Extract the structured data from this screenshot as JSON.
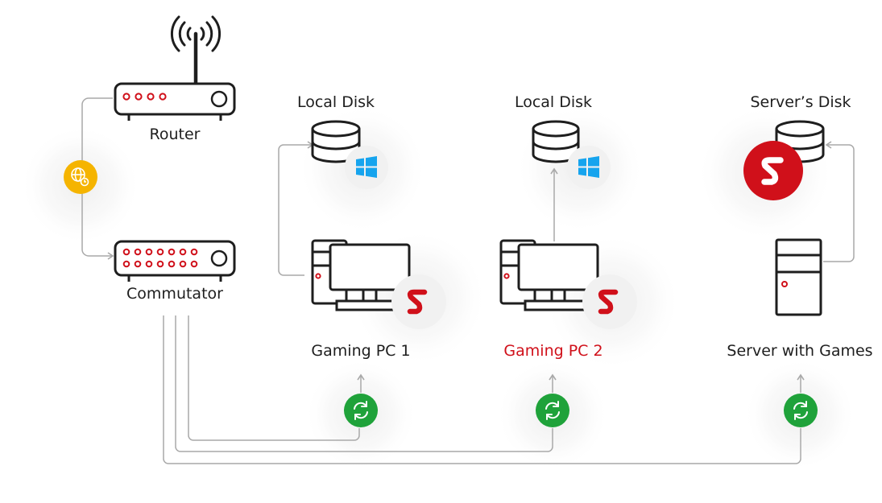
{
  "labels": {
    "router": "Router",
    "commutator": "Commutator",
    "local_disk_1": "Local Disk",
    "local_disk_2": "Local Disk",
    "server_disk": "Server’s Disk",
    "gaming_pc_1": "Gaming PC 1",
    "gaming_pc_2": "Gaming PC 2",
    "server": "Server with Games"
  },
  "colors": {
    "line": "#a9a9a9",
    "device": "#1e1e1e",
    "accent_red": "#d0101a",
    "internet_badge": "#f5b400",
    "sync_badge": "#1fa23a",
    "windows_blue": "#16a4ee",
    "highlight_label": "#d0101a"
  },
  "icons": {
    "internet": "globe-clock-icon",
    "sync": "sync-arrows-icon",
    "os": "windows-logo-icon",
    "brand": "brand-s-icon"
  }
}
